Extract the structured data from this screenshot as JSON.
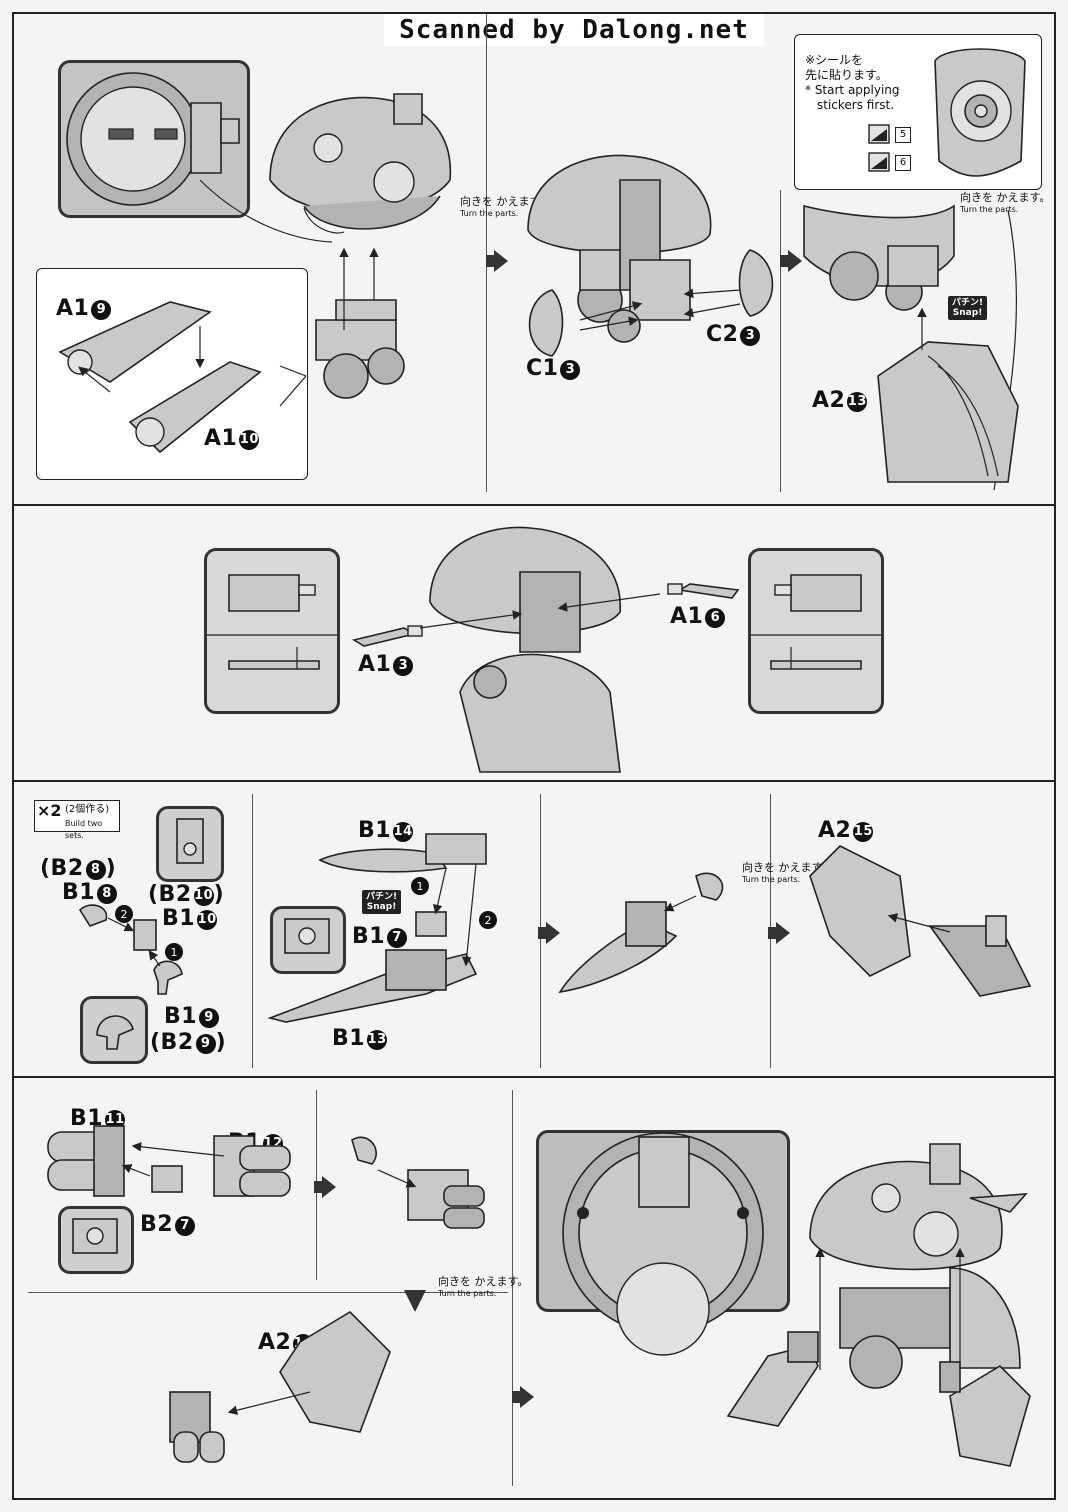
{
  "watermark": "Scanned by Dalong.net",
  "turn_parts": {
    "jp": "向きを かえます。",
    "en": "Turn the parts."
  },
  "snap": {
    "jp": "パチン!",
    "en": "Snap!"
  },
  "sticker_note": {
    "jp_line1": "※シールを",
    "jp_line2": "先に貼ります。",
    "en_line1": "* Start applying",
    "en_line2": "stickers first.",
    "stickers": [
      "5",
      "6"
    ]
  },
  "build_two": {
    "count": "×2",
    "jp": "(2個作る)",
    "en": "Build two sets."
  },
  "labels": {
    "a1_9": {
      "code": "A1",
      "num": "9"
    },
    "a1_10": {
      "code": "A1",
      "num": "10"
    },
    "c1_3": {
      "code": "C1",
      "num": "3"
    },
    "c2_3": {
      "code": "C2",
      "num": "3"
    },
    "a2_13": {
      "code": "A2",
      "num": "13"
    },
    "a1_3": {
      "code": "A1",
      "num": "3"
    },
    "a1_6": {
      "code": "A1",
      "num": "6"
    },
    "b2_8": {
      "code": "(B2",
      "num": "8",
      "close": ")"
    },
    "b1_8": {
      "code": "B1",
      "num": "8"
    },
    "b2_10": {
      "code": "(B2",
      "num": "10",
      "close": ")"
    },
    "b1_10": {
      "code": "B1",
      "num": "10"
    },
    "b1_9": {
      "code": "B1",
      "num": "9"
    },
    "b2_9": {
      "code": "(B2",
      "num": "9",
      "close": ")"
    },
    "b1_14": {
      "code": "B1",
      "num": "14"
    },
    "b1_7": {
      "code": "B1",
      "num": "7"
    },
    "b1_13": {
      "code": "B1",
      "num": "13"
    },
    "a2_15": {
      "code": "A2",
      "num": "15"
    },
    "b1_11": {
      "code": "B1",
      "num": "11"
    },
    "b1_12": {
      "code": "B1",
      "num": "12"
    },
    "b2_7": {
      "code": "B2",
      "num": "7"
    },
    "a2_14": {
      "code": "A2",
      "num": "14"
    }
  },
  "step_numbers": [
    "1",
    "2"
  ]
}
